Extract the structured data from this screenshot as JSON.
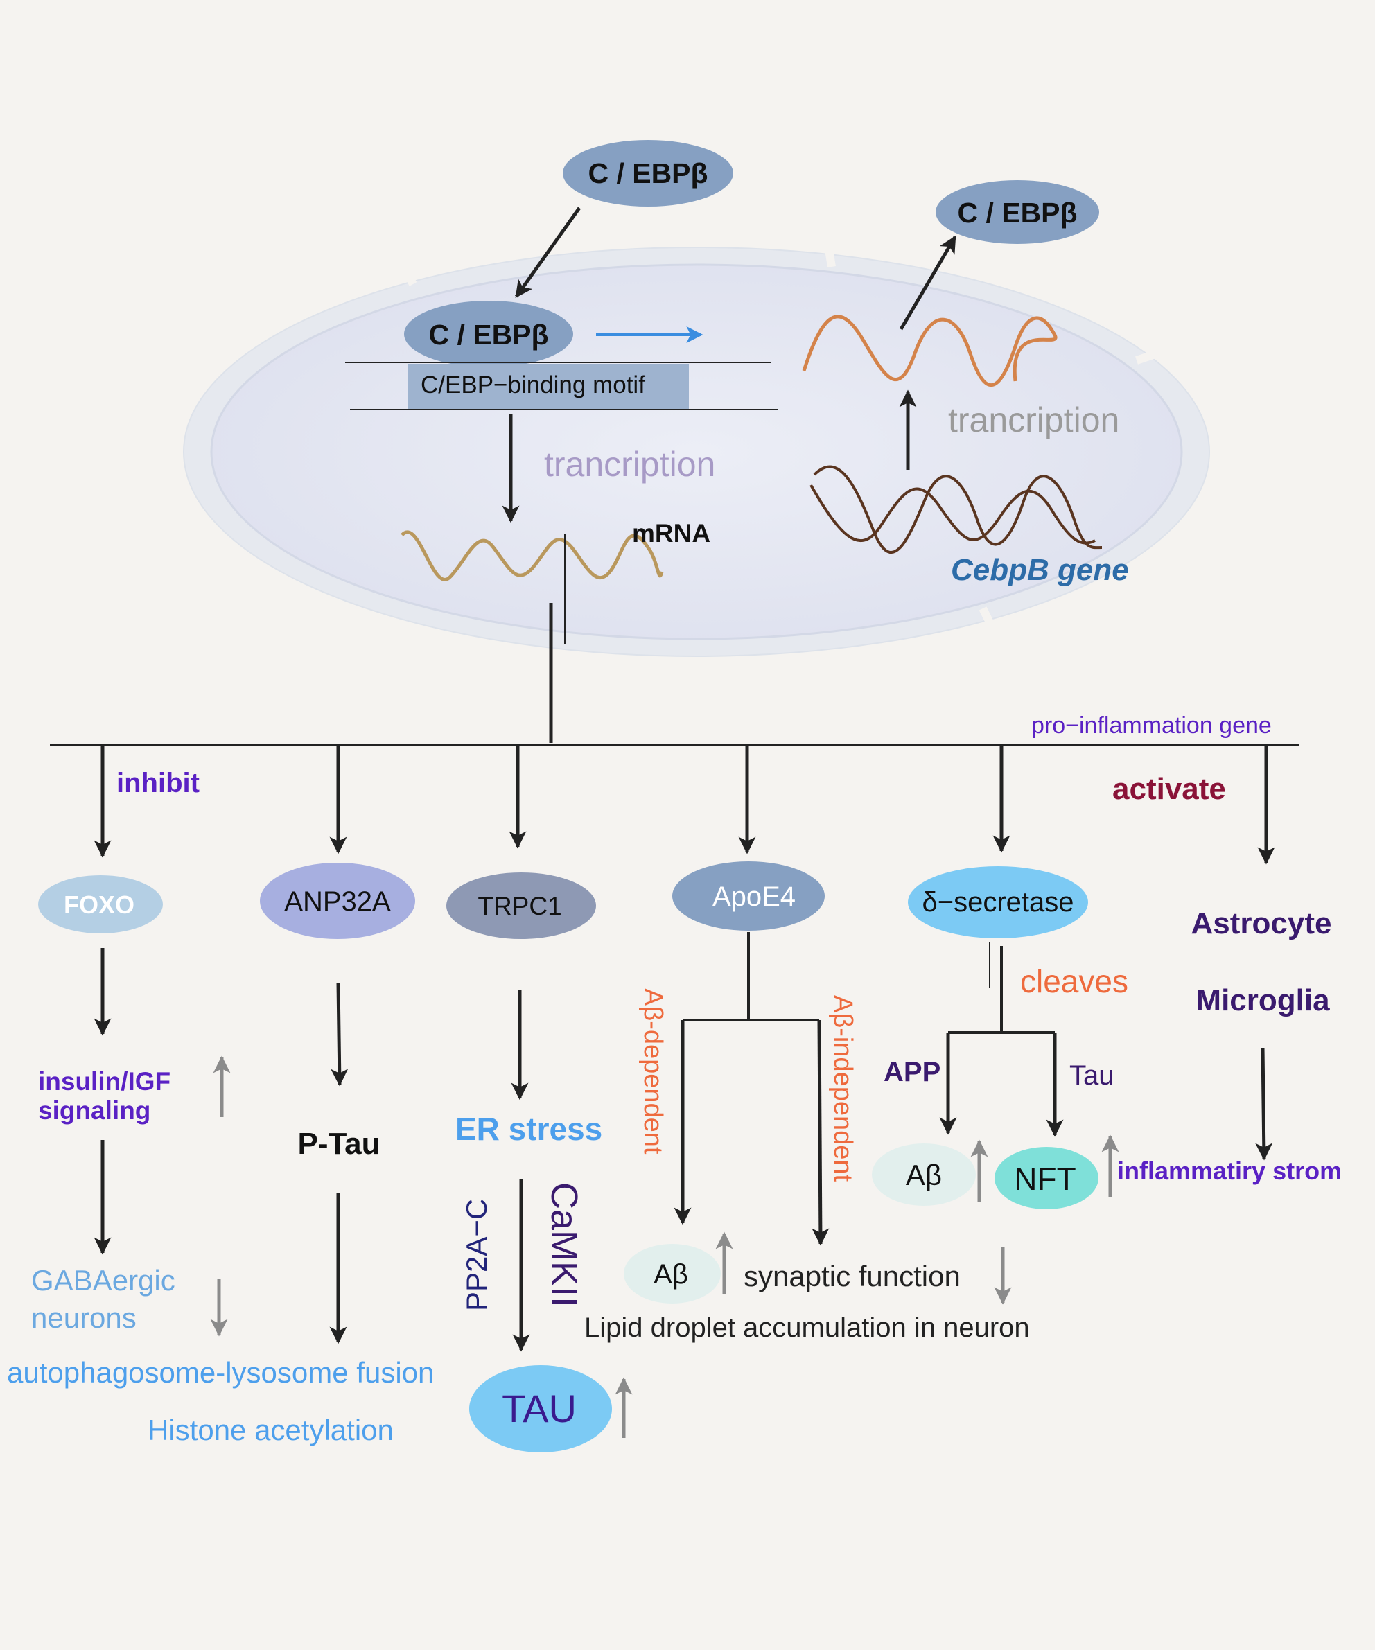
{
  "colors": {
    "background": "#f5f3f0",
    "nucleus": "#e4e6f1",
    "membrane": "#dfe3ea",
    "ebp_node": "#86a0c2",
    "arrow": "#222222",
    "up_down_arrow": "#8b8b8b",
    "blue_arrow": "#3a8de0",
    "purple_text": "#5a21c4",
    "dark_purple_text": "#3a1a6e",
    "orange_text": "#ee6a3d",
    "light_blue_text": "#4d9fec",
    "crimson_text": "#8a1338",
    "mrna_wave": "#b9985d",
    "transcript_wave": "#d4834a",
    "gene_wave": "#5a3520",
    "cebpb_gene_text": "#2d6ca8"
  },
  "top": {
    "ebp_outside": "C / EBPβ",
    "ebp_exported": "C / EBPβ",
    "ebp_bound": "C / EBPβ",
    "binding_motif": "C/EBP−binding motif",
    "transcription_left": "trancription",
    "transcription_right": "trancription",
    "mrna": "mRNA",
    "gene": "CebpB gene"
  },
  "branch": {
    "pro_inflammation": "pro−inflammation gene",
    "inhibit": "inhibit",
    "activate": "activate"
  },
  "nodes": {
    "foxo": "FOXO",
    "anp32a": "ANP32A",
    "trpc1": "TRPC1",
    "apoe4": "ApoE4",
    "delta_secretase": "δ−secretase"
  },
  "foxo_path": {
    "signaling_line1": "insulin/IGF",
    "signaling_line2": "signaling",
    "gaba_line1": "GABAergic",
    "gaba_line2": "neurons",
    "autophagy": "autophagosome-lysosome fusion",
    "histone": "Histone acetylation"
  },
  "anp_path": {
    "ptau": "P-Tau"
  },
  "trpc_path": {
    "er_stress": "ER stress",
    "pp2a": "PP2A−C",
    "camkii": "CaMKII",
    "tau": "TAU"
  },
  "apoe_path": {
    "dependent": "Aβ-dependent",
    "independent": "Aβ-independent",
    "abeta": "Aβ",
    "synaptic": "synaptic function",
    "lipid": "Lipid droplet accumulation in neuron"
  },
  "secretase_path": {
    "cleaves": "cleaves",
    "app": "APP",
    "tau": "Tau",
    "abeta": "Aβ",
    "nft": "NFT"
  },
  "glia_path": {
    "astrocyte": "Astrocyte",
    "microglia": "Microglia",
    "storm": "inflammatiry strom"
  }
}
